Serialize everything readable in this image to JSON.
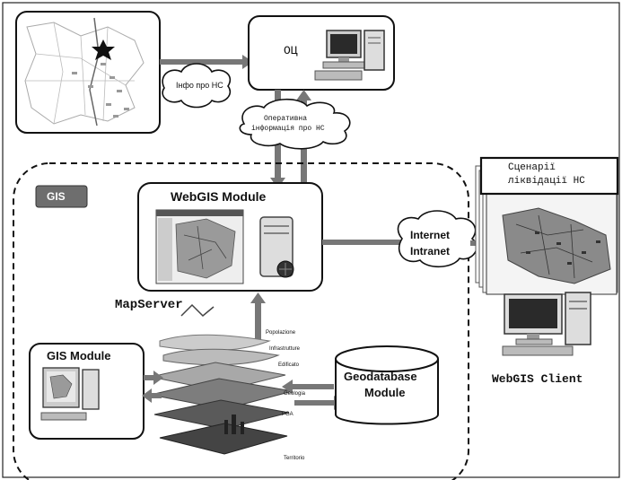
{
  "labels": {
    "oc": "ОЦ",
    "info_cloud": "Інфо про НС",
    "operational_line1": "Оперативна",
    "operational_line2": "інформація про НС",
    "gis_tag": "GIS",
    "webgis_module": "WebGIS Module",
    "internet": "Internet",
    "intranet": "Intranet",
    "mapserver": "MapServer",
    "gis_module": "GIS Module",
    "geodb_line1": "Geodatabase",
    "geodb_line2": "Module",
    "scenarios_line1": "Сценарії",
    "scenarios_line2": "ліквідації НС",
    "webgis_client": "WebGIS Client"
  },
  "layers": [
    "Popolazione",
    "Infrastrutture",
    "Edificato",
    "Geologia",
    "PGA",
    "Territorio"
  ],
  "colors": {
    "line": "#111111",
    "arrow": "#777777",
    "gis_tag_bg": "#6e6e6e",
    "map_gray": "#8a8a8a",
    "dark": "#333333"
  }
}
